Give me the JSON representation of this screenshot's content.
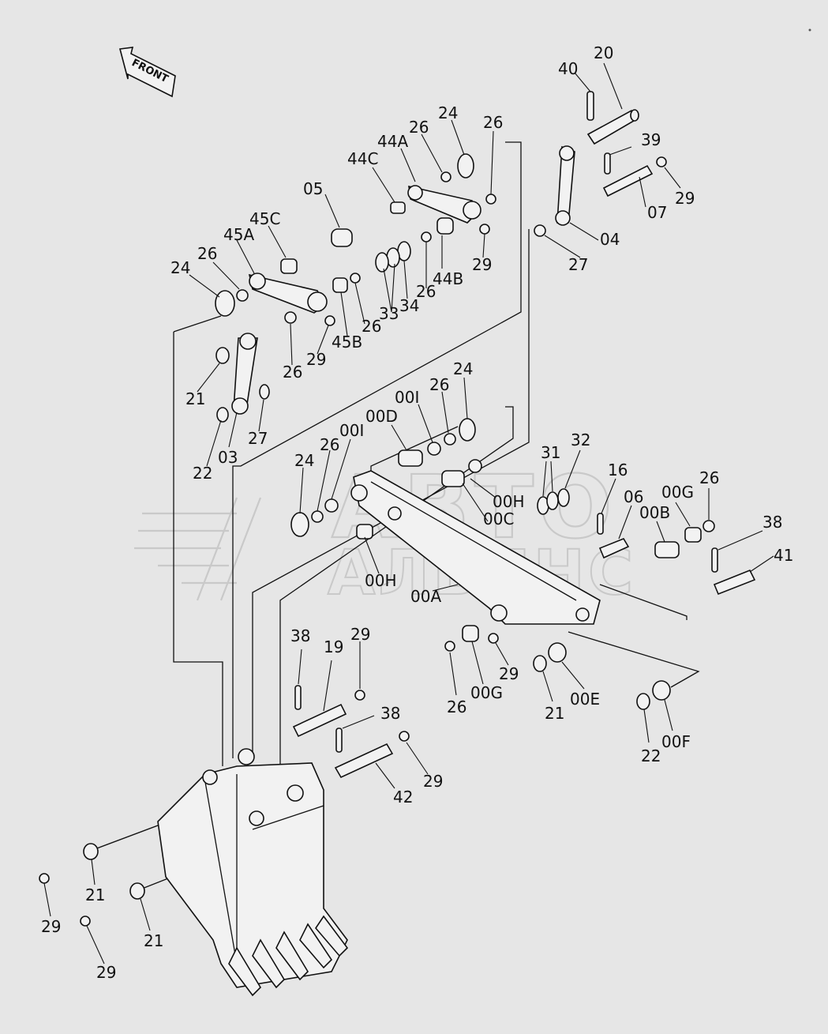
{
  "diagram": {
    "front_label": "FRONT",
    "watermark_line1": "АВТО",
    "watermark_line2": "АЛЬЯНС",
    "labels": [
      {
        "id": "l1",
        "text": "40"
      },
      {
        "id": "l2",
        "text": "20"
      },
      {
        "id": "l3",
        "text": "24"
      },
      {
        "id": "l4",
        "text": "26"
      },
      {
        "id": "l5",
        "text": "26"
      },
      {
        "id": "l6",
        "text": "44A"
      },
      {
        "id": "l7",
        "text": "44C"
      },
      {
        "id": "l8",
        "text": "39"
      },
      {
        "id": "l9",
        "text": "29"
      },
      {
        "id": "l10",
        "text": "05"
      },
      {
        "id": "l11",
        "text": "45C"
      },
      {
        "id": "l12",
        "text": "45A"
      },
      {
        "id": "l13",
        "text": "26"
      },
      {
        "id": "l14",
        "text": "24"
      },
      {
        "id": "l15",
        "text": "07"
      },
      {
        "id": "l16",
        "text": "04"
      },
      {
        "id": "l17",
        "text": "27"
      },
      {
        "id": "l18",
        "text": "29"
      },
      {
        "id": "l19",
        "text": "44B"
      },
      {
        "id": "l20",
        "text": "26"
      },
      {
        "id": "l21",
        "text": "34"
      },
      {
        "id": "l22",
        "text": "33"
      },
      {
        "id": "l23",
        "text": "26"
      },
      {
        "id": "l24",
        "text": "45B"
      },
      {
        "id": "l25",
        "text": "29"
      },
      {
        "id": "l26",
        "text": "26"
      },
      {
        "id": "l27",
        "text": "21"
      },
      {
        "id": "l28",
        "text": "27"
      },
      {
        "id": "l29",
        "text": "03"
      },
      {
        "id": "l30",
        "text": "22"
      },
      {
        "id": "l31",
        "text": "24"
      },
      {
        "id": "l32",
        "text": "26"
      },
      {
        "id": "l33",
        "text": "00I"
      },
      {
        "id": "l34",
        "text": "00D"
      },
      {
        "id": "l35",
        "text": "00I"
      },
      {
        "id": "l36",
        "text": "24"
      },
      {
        "id": "l37",
        "text": "26"
      },
      {
        "id": "l38",
        "text": "31"
      },
      {
        "id": "l39",
        "text": "32"
      },
      {
        "id": "l40",
        "text": "16"
      },
      {
        "id": "l41",
        "text": "06"
      },
      {
        "id": "l42",
        "text": "00G"
      },
      {
        "id": "l43",
        "text": "26"
      },
      {
        "id": "l44",
        "text": "00B"
      },
      {
        "id": "l45",
        "text": "38"
      },
      {
        "id": "l46",
        "text": "41"
      },
      {
        "id": "l47",
        "text": "00H"
      },
      {
        "id": "l48",
        "text": "00C"
      },
      {
        "id": "l49",
        "text": "00H"
      },
      {
        "id": "l50",
        "text": "00A"
      },
      {
        "id": "l51",
        "text": "38"
      },
      {
        "id": "l52",
        "text": "19"
      },
      {
        "id": "l53",
        "text": "29"
      },
      {
        "id": "l54",
        "text": "29"
      },
      {
        "id": "l55",
        "text": "26"
      },
      {
        "id": "l56",
        "text": "00G"
      },
      {
        "id": "l57",
        "text": "21"
      },
      {
        "id": "l58",
        "text": "00E"
      },
      {
        "id": "l59",
        "text": "38"
      },
      {
        "id": "l60",
        "text": "29"
      },
      {
        "id": "l61",
        "text": "42"
      },
      {
        "id": "l62",
        "text": "22"
      },
      {
        "id": "l63",
        "text": "00F"
      },
      {
        "id": "l64",
        "text": "21"
      },
      {
        "id": "l65",
        "text": "29"
      },
      {
        "id": "l66",
        "text": "21"
      },
      {
        "id": "l67",
        "text": "29"
      }
    ]
  }
}
